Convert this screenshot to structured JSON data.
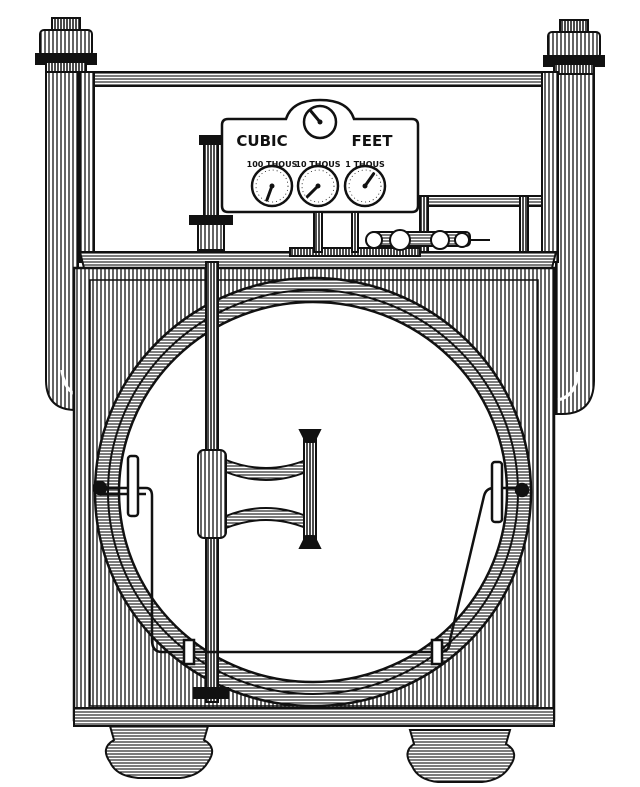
{
  "dial_plate": {
    "title_left": "CUBIC",
    "title_right": "FEET",
    "dials": [
      {
        "label": "100 THOUS",
        "needle_angle": 200
      },
      {
        "label": "10 THOUS",
        "needle_angle": 225
      },
      {
        "label": "1 THOUS",
        "needle_angle": 35
      }
    ],
    "top_dial_needle_angle": 320
  },
  "colors": {
    "ink": "#111111",
    "paper": "#ffffff"
  }
}
